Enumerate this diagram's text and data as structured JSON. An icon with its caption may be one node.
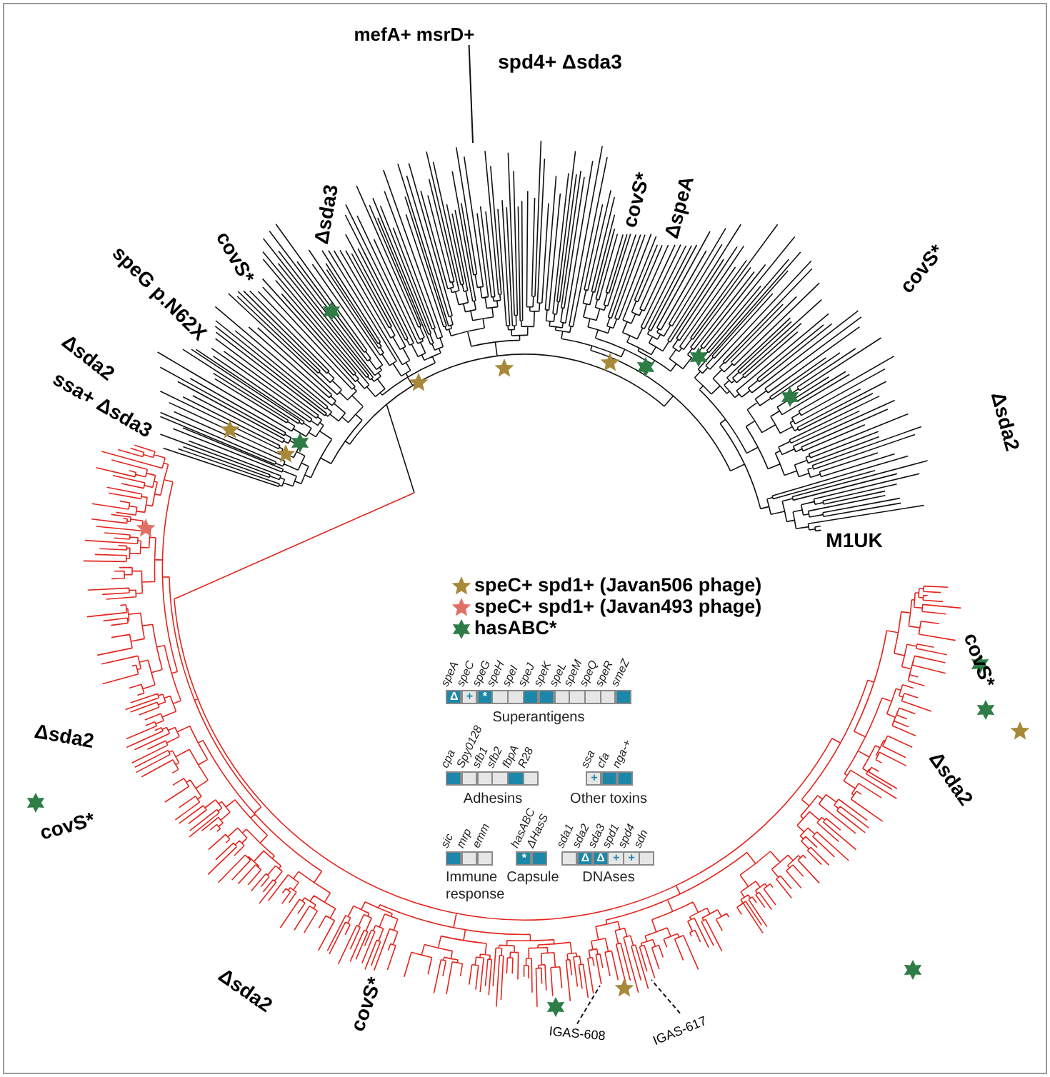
{
  "diagram": {
    "nodes": [
      {
        "text": [
          "mefA+ msrD+"
        ]
      },
      {
        "text": [
          "IGAS-608"
        ]
      },
      {
        "text": [
          "IGAS-617"
        ]
      }
    ],
    "edges": [
      {
        "from": 0,
        "to": null,
        "arrow": "none"
      },
      {
        "from": 1,
        "to": null,
        "arrow": "none",
        "style": "dashed"
      },
      {
        "from": 2,
        "to": null,
        "arrow": "none",
        "style": "dashed"
      }
    ],
    "labels": [
      "ssa+ Δsda3",
      "Δsda2",
      "speG p.N62X",
      "covS*",
      "Δsda3",
      "spd4+ Δsda3",
      "covS*",
      "ΔspeA",
      "covS*",
      "Δsda2",
      "M1UK",
      "covS*",
      "Δsda2",
      "covS*",
      "Δsda2",
      "Δsda2",
      "covS*",
      "speA",
      "speC",
      "speG",
      "speH",
      "speI",
      "speJ",
      "speK",
      "speL",
      "speM",
      "speQ",
      "speR",
      "smeZ",
      "Δ",
      "+",
      "*",
      "Superantigens",
      "cpa",
      "Spy0128",
      "sfb1",
      "sfb2",
      "fbpA",
      "R28",
      "Adhesins",
      "ssa",
      "cfa",
      "nga-+",
      "+",
      "Other toxins",
      "sic",
      "mrp",
      "emm",
      "Immune response",
      "hasABC",
      "ΔHasS",
      "*",
      "Capsule",
      "sda1",
      "sda2",
      "sda3",
      "spd1",
      "spd4",
      "sdn",
      "Δ",
      "Δ",
      "+",
      "+",
      "DNAses"
    ],
    "legend": [
      {
        "text": "speC+ spd1+ (Javan506 phage)"
      },
      {
        "text": "speC+ spd1+ (Javan493 phage)"
      },
      {
        "text": "hasABC*"
      }
    ]
  }
}
